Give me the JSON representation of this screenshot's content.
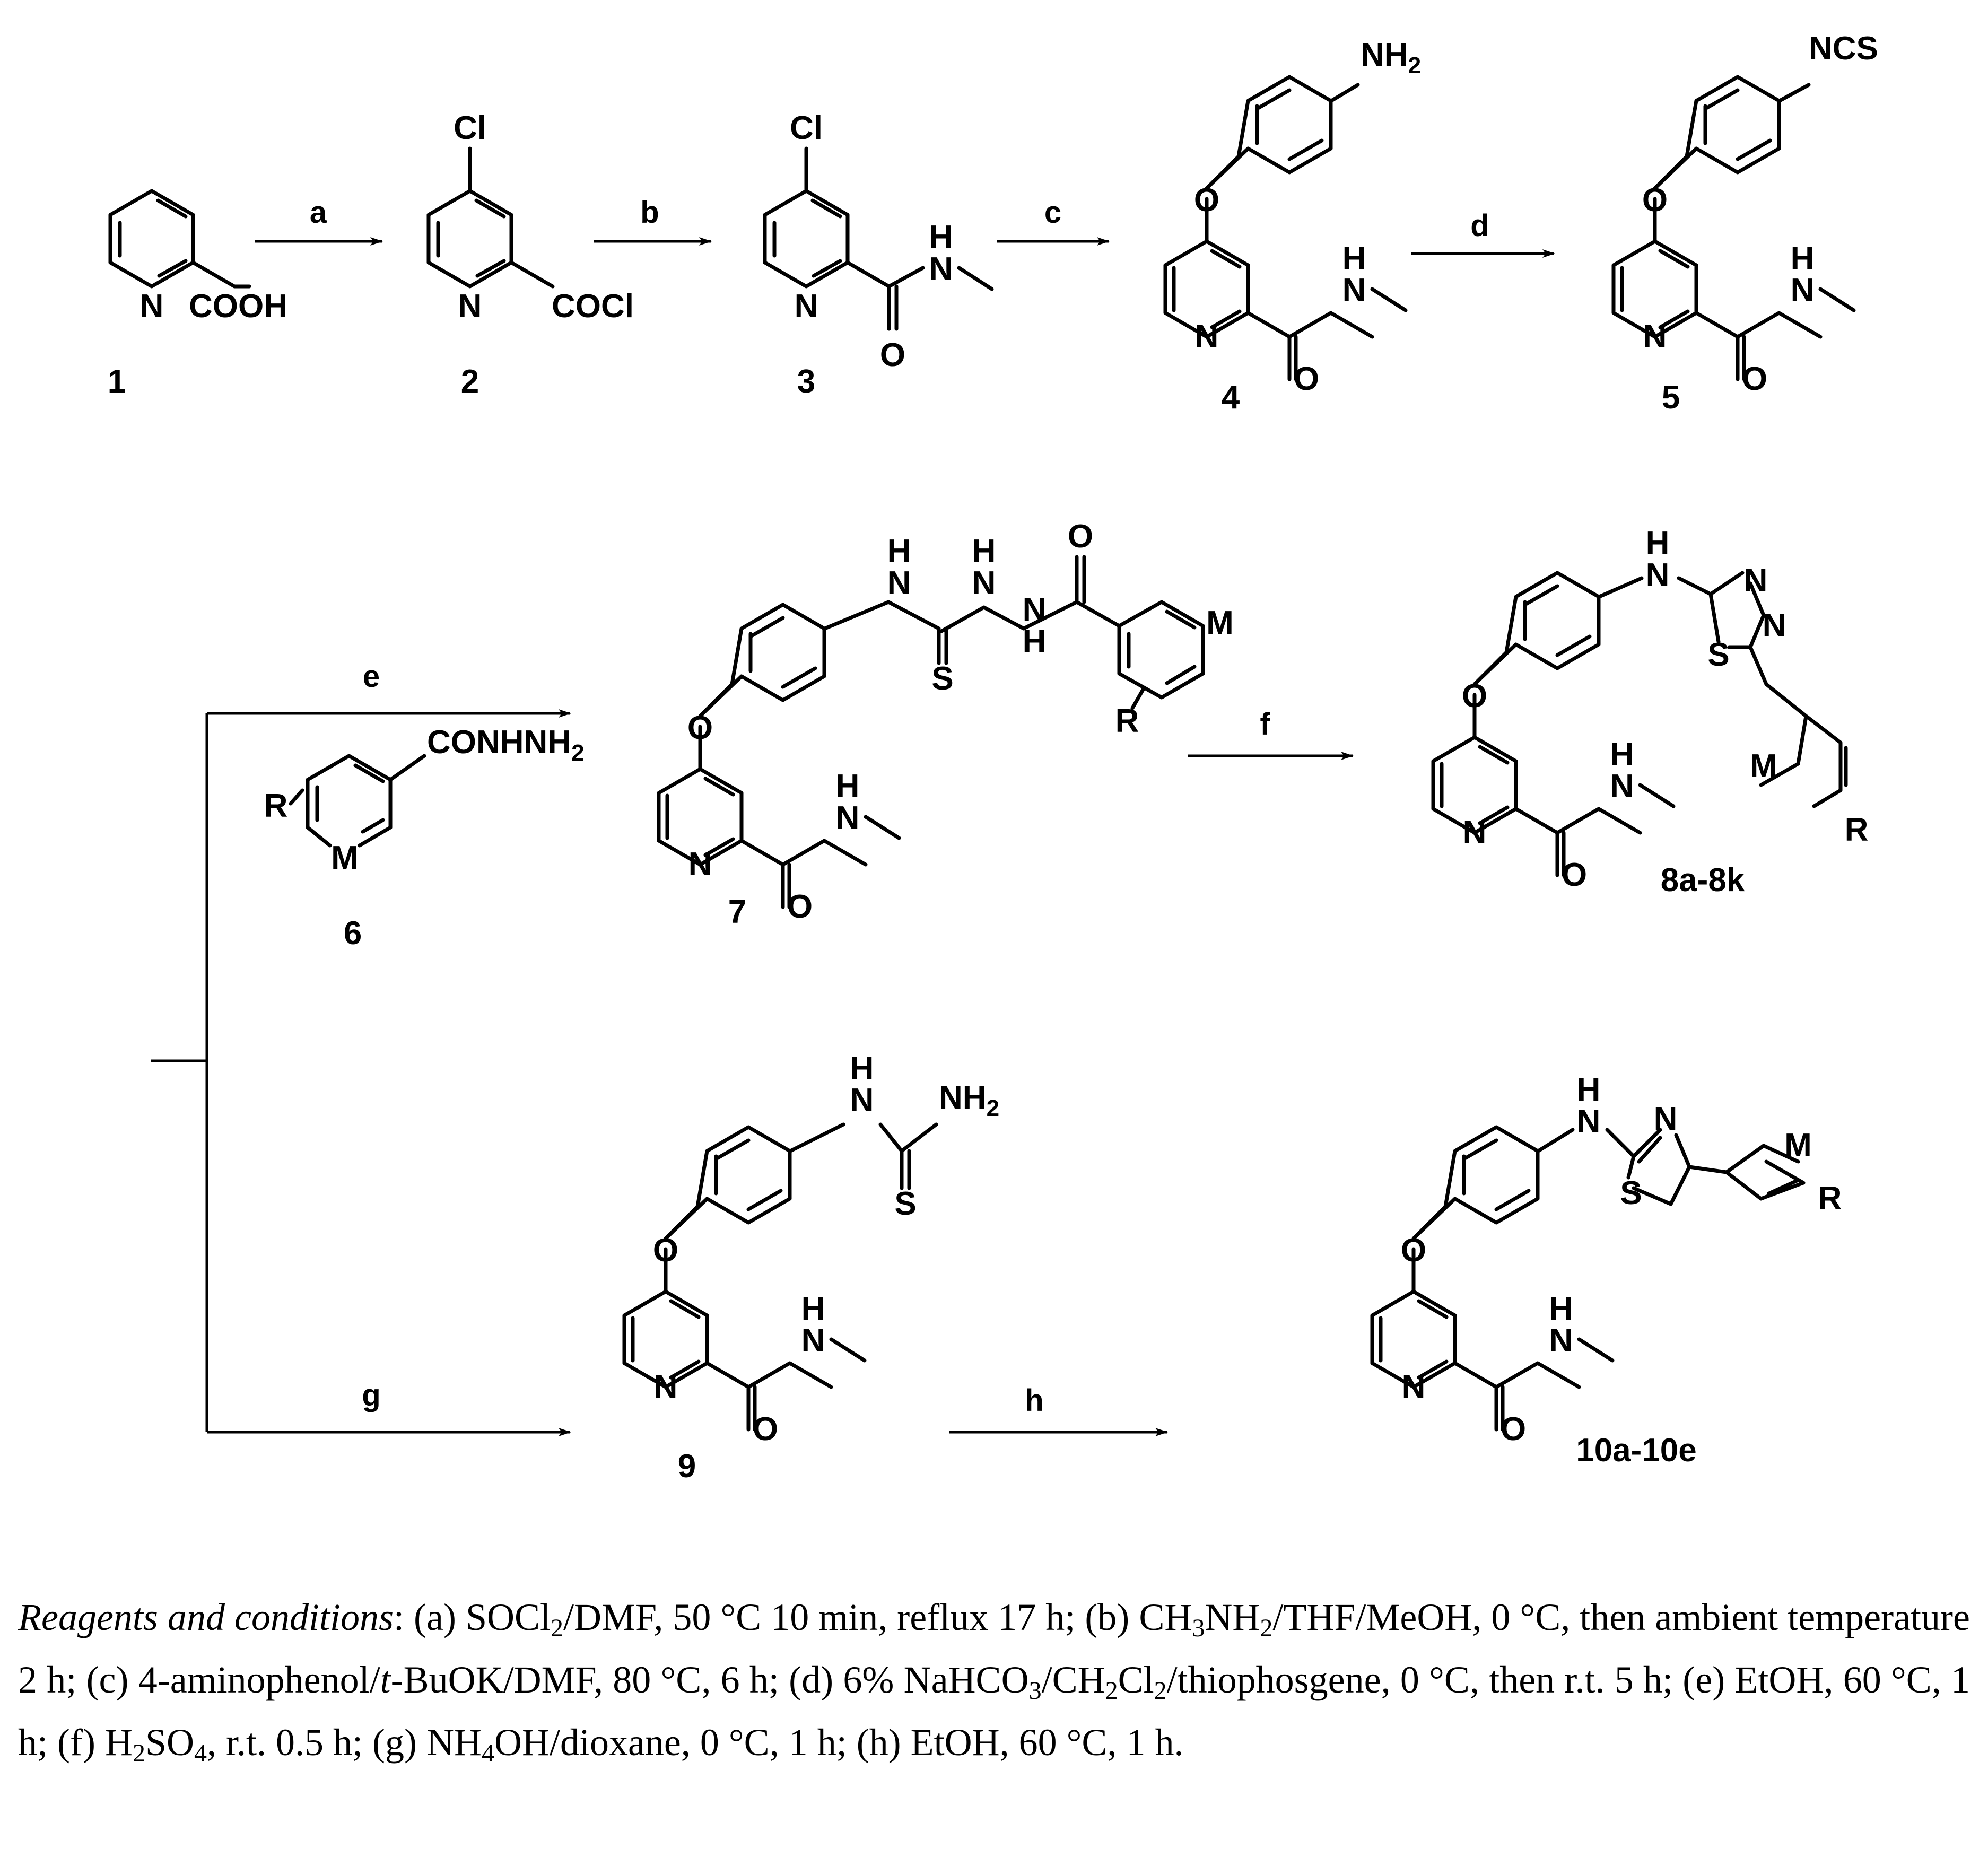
{
  "compounds": {
    "c1": "1",
    "c2": "2",
    "c3": "3",
    "c4": "4",
    "c5": "5",
    "c6": "6",
    "c7": "7",
    "c8": "8a-8k",
    "c9": "9",
    "c10": "10a-10e"
  },
  "steps": {
    "a": "a",
    "b": "b",
    "c": "c",
    "d": "d",
    "e": "e",
    "f": "f",
    "g": "g",
    "h": "h"
  },
  "atoms": {
    "N": "N",
    "O": "O",
    "Cl": "Cl",
    "S": "S",
    "H": "H",
    "M": "M",
    "R": "R",
    "COOH": "COOH",
    "COCl": "COCl",
    "NH": "NH",
    "NH2_base": "NH",
    "sub2": "2",
    "NCS": "NCS",
    "CONHNH": "CONHNH"
  },
  "conditions": {
    "label": "Reagents and conditions",
    "a_1": "(a) SOCl",
    "a_2": "2",
    "a_3": "/DMF, 50 °C 10 min, reflux 17 h;",
    "b_1": "(b) CH",
    "b_2": "3",
    "b_3": "NH",
    "b_4": "2",
    "b_5": "/THF/MeOH, 0 °C, then ambient temperature 2 h;",
    "c_1": "(c) 4-aminophenol/",
    "c_2": "t",
    "c_3": "-BuOK/DMF, 80 °C, 6 h;",
    "d_1": "(d) 6% NaHCO",
    "d_2": "3",
    "d_3": "/CH",
    "d_4": "2",
    "d_5": "Cl",
    "d_6": "2",
    "d_7": "/thiophosgene, 0 °C, then r.t. 5 h;",
    "e": "(e) EtOH, 60 °C, 1 h;",
    "f_1": "(f) H",
    "f_2": "2",
    "f_3": "SO",
    "f_4": "4",
    "f_5": ", r.t. 0.5 h;",
    "g_1": "(g) NH",
    "g_2": "4",
    "g_3": "OH/dioxane, 0 °C, 1 h;",
    "h": "(h) EtOH, 60 °C, 1 h."
  }
}
